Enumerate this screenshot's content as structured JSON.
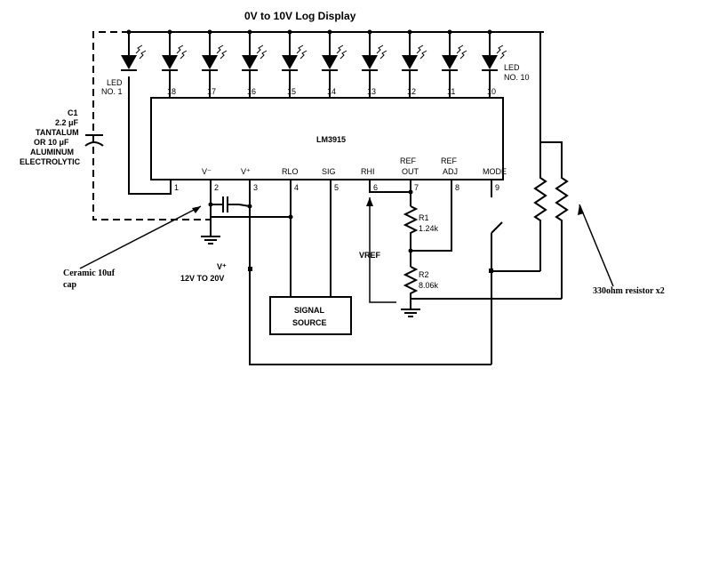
{
  "title": "0V to 10V Log Display",
  "chip": {
    "name": "LM3915"
  },
  "top_pins": [
    "18",
    "17",
    "16",
    "15",
    "14",
    "13",
    "12",
    "11",
    "10"
  ],
  "bottom_pins": [
    {
      "num": "1",
      "label": ""
    },
    {
      "num": "2",
      "label": "V⁻"
    },
    {
      "num": "3",
      "label": "V⁺"
    },
    {
      "num": "4",
      "label": "RLO"
    },
    {
      "num": "5",
      "label": "SIG"
    },
    {
      "num": "6",
      "label": "RHI"
    },
    {
      "num": "7",
      "label": "REF OUT"
    },
    {
      "num": "8",
      "label": "REF ADJ"
    },
    {
      "num": "9",
      "label": "MODE"
    }
  ],
  "led_first": {
    "line1": "LED",
    "line2": "NO. 1"
  },
  "led_last": {
    "line1": "LED",
    "line2": "NO. 10"
  },
  "capacitor": {
    "name": "C1",
    "value": "2.2 μF",
    "line3": "TANTALUM",
    "line4": "OR 10 μF",
    "line5": "ALUMINUM",
    "line6": "ELECTROLYTIC"
  },
  "r1": {
    "name": "R1",
    "value": "1.24k"
  },
  "r2": {
    "name": "R2",
    "value": "8.06k"
  },
  "vref": "VREF",
  "supply": {
    "name": "V⁺",
    "range": "12V TO 20V"
  },
  "signal_source": {
    "line1": "SIGNAL",
    "line2": "SOURCE"
  },
  "annotations": {
    "ceramic_line1": "Ceramic 10uf",
    "ceramic_line2": "cap",
    "resistors": "330ohm resistor x2"
  }
}
